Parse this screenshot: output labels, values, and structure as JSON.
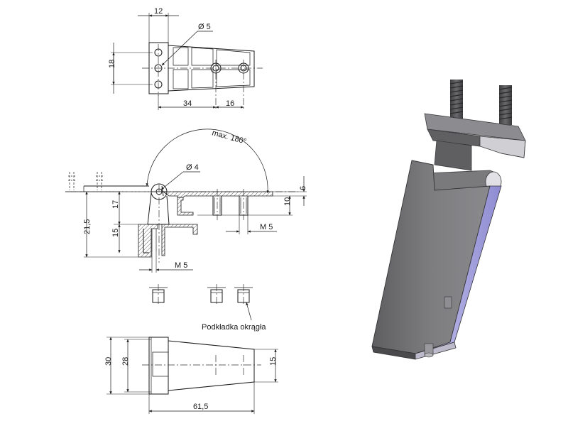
{
  "dimensions": {
    "top_width": "12",
    "top_height": "18",
    "top_hole": "Ø 5",
    "top_len_a": "34",
    "top_len_b": "16",
    "rotation": "max. 180°",
    "pin_dia": "Ø 4",
    "side_h_total": "21,5",
    "side_h_a": "17",
    "side_h_b": "15",
    "side_thick": "6",
    "side_depth": "10",
    "thread_a": "M 5",
    "thread_b": "M 5",
    "bottom_w_outer": "30",
    "bottom_w_inner": "28",
    "bottom_w_tip": "15",
    "bottom_len": "61,5"
  },
  "labels": {
    "washer": "Podkładka okrągła"
  },
  "colors": {
    "part_gray": "#6b6b6e",
    "part_light": "#d9d9de",
    "part_blue": "#a9a6e0"
  }
}
